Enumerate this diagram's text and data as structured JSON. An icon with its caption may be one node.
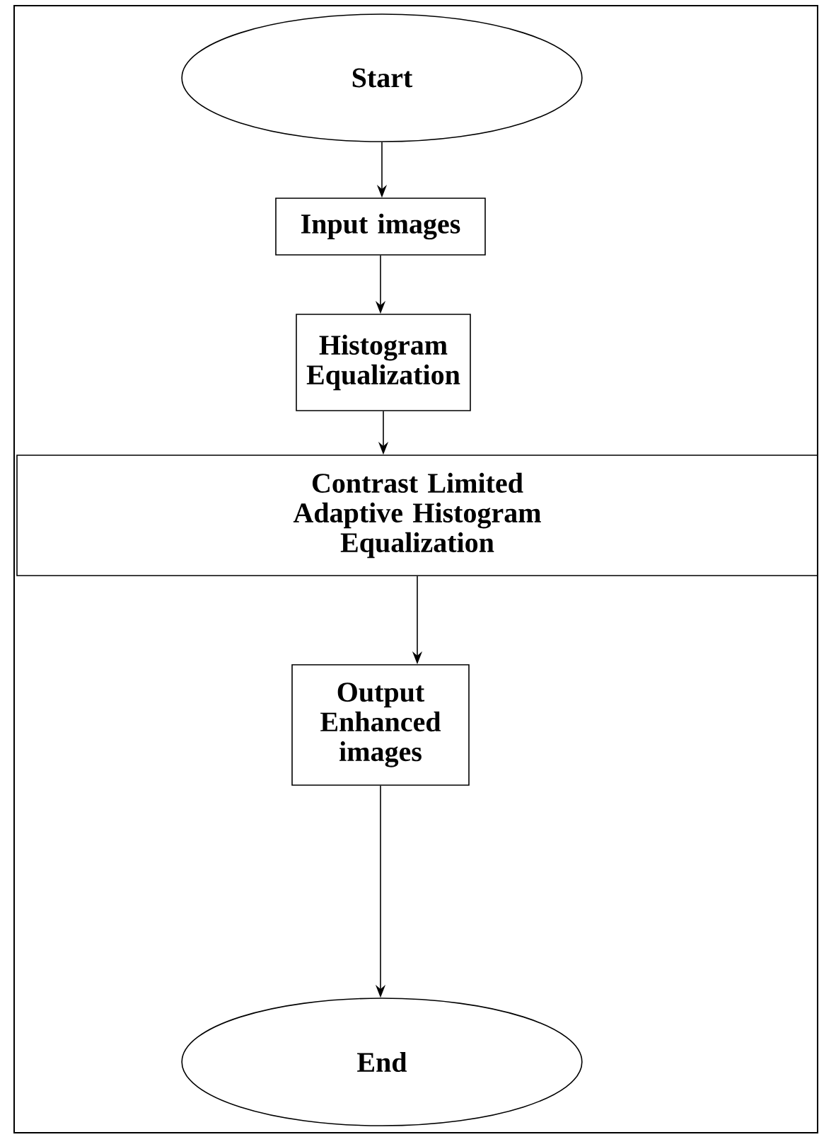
{
  "diagram": {
    "nodes": [
      {
        "text": [
          "Start"
        ]
      },
      {
        "text": [
          "Input images"
        ]
      },
      {
        "text": [
          "Histogram Equalization"
        ]
      },
      {
        "text": [
          "Contrast Limited Adaptive Histogram Equalization"
        ]
      },
      {
        "text": [
          "Output Enhanced images"
        ]
      },
      {
        "text": [
          "End"
        ]
      }
    ],
    "edges": [
      {
        "from": 0,
        "to": 1,
        "arrow": "to"
      },
      {
        "from": 1,
        "to": 2,
        "arrow": "to"
      },
      {
        "from": 2,
        "to": 3,
        "arrow": "to"
      },
      {
        "from": 3,
        "to": 4,
        "arrow": "to"
      },
      {
        "from": 4,
        "to": 5,
        "arrow": "to"
      }
    ]
  }
}
